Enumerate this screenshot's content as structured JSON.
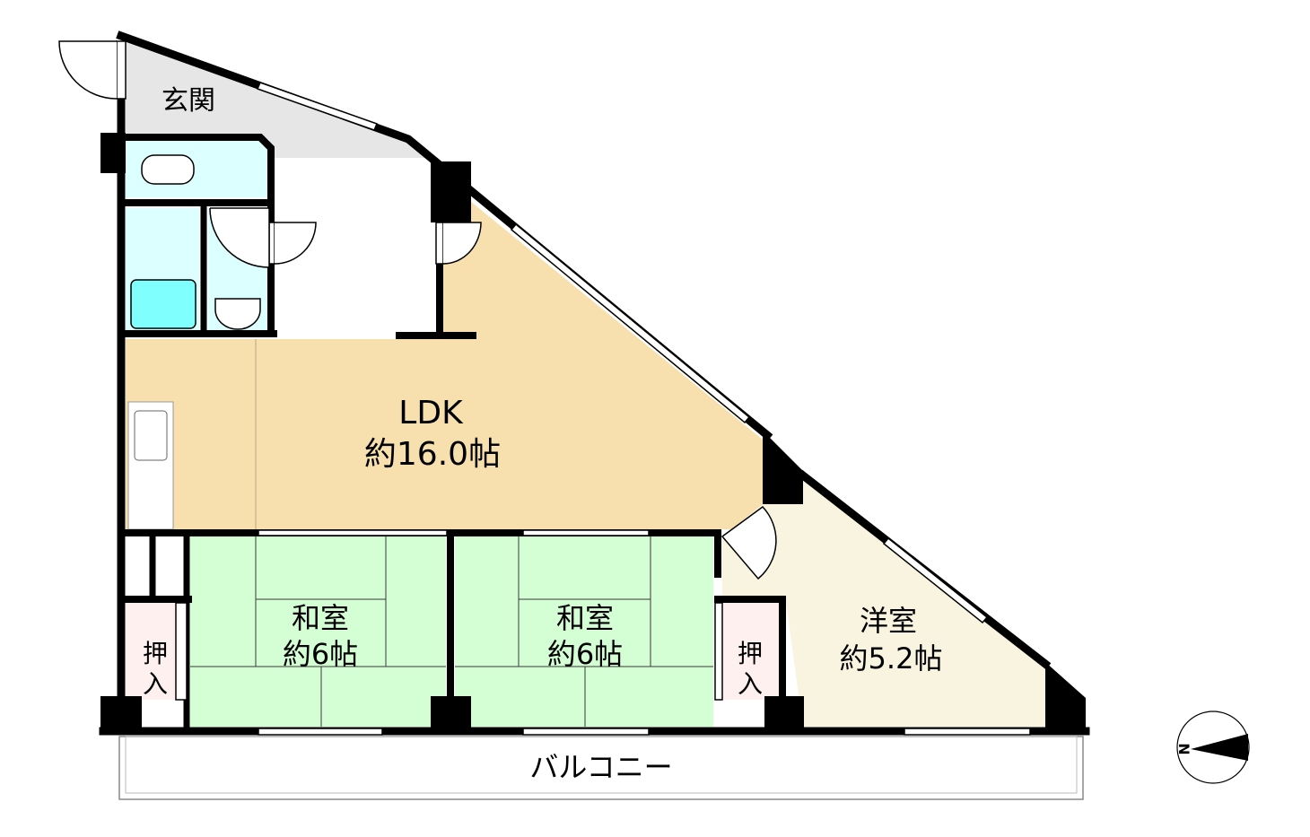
{
  "rooms": {
    "genkan": {
      "label": "玄関"
    },
    "ldk": {
      "label": "LDK",
      "size": "約16.0帖"
    },
    "washitsu1": {
      "label": "和室",
      "size": "約6帖"
    },
    "washitsu2": {
      "label": "和室",
      "size": "約6帖"
    },
    "youshitsu": {
      "label": "洋室",
      "size": "約5.2帖"
    },
    "oshiire1": {
      "label_top": "押",
      "label_bottom": "入"
    },
    "oshiire2": {
      "label_top": "押",
      "label_bottom": "入"
    },
    "balcony": {
      "label": "バルコニー"
    }
  },
  "compass": {
    "label": "N"
  },
  "colors": {
    "genkan": "#e6e6e6",
    "wet": "#dcffff",
    "bath": "#80ffff",
    "ldk": "#f7e0ad",
    "washitsu": "#d4ffd4",
    "youshitsu": "#f8f4e0",
    "oshiire": "#fff0f0"
  }
}
